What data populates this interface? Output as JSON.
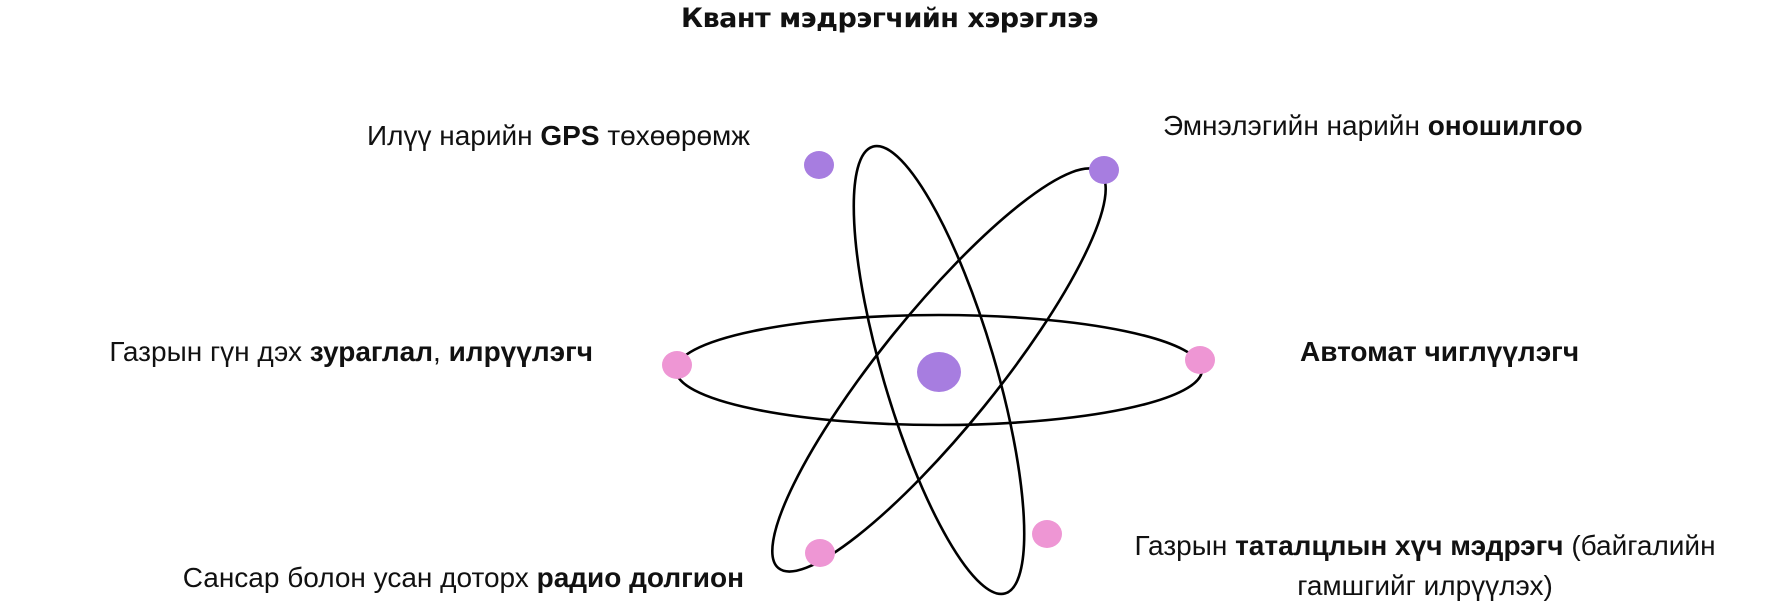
{
  "title": "Квант мэдрэгчийн хэрэглээ",
  "colors": {
    "nucleus": "#a77de0",
    "purple_node": "#a77de0",
    "pink_node": "#ee96d4",
    "orbit": "#000000"
  },
  "labels": {
    "gps": {
      "pre": "Илүү нарийн ",
      "bold": "GPS",
      "post": " төхөөрөмж"
    },
    "medical": {
      "pre": "Эмнэлэгийн нарийн ",
      "bold": "оношилгоо"
    },
    "underground": {
      "pre": "Газрын гүн дэх ",
      "bold1": "зураглал",
      "sep": ", ",
      "bold2": "илрүүлэгч"
    },
    "autopilot": {
      "bold": "Автомат чиглүүлэгч"
    },
    "radio": {
      "pre": "Сансар болон усан доторх ",
      "bold": "радио долгион"
    },
    "gravity": {
      "pre": "Газрын ",
      "bold": "таталцлын хүч мэдрэгч",
      "post": " (байгалийн гамшгийг илрүүлэх)"
    }
  }
}
